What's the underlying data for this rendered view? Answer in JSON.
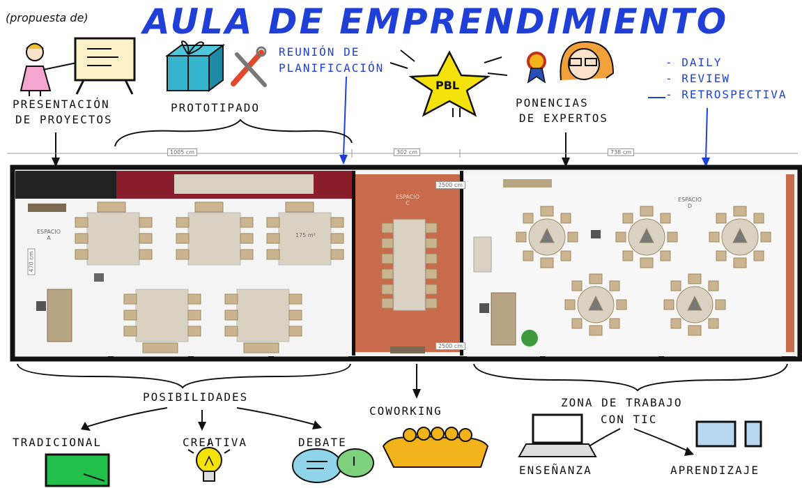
{
  "header": {
    "title": "AULA DE EMPRENDIMIENTO",
    "subtitle": "(propuesta de)"
  },
  "top_labels": {
    "presentacion": [
      "PRESENTACIÓN",
      "DE PROYECTOS"
    ],
    "prototipado": "PROTOTIPADO",
    "reunion": [
      "REUNIÓN DE",
      "PLANIFICACIÓN"
    ],
    "pbl": "PBL",
    "ponencias": [
      "PONENCIAS",
      "DE EXPERTOS"
    ],
    "scrum": [
      "- DAILY",
      "- REVIEW",
      "- RETROSPECTIVA"
    ]
  },
  "plan": {
    "dimensions": [
      "1005 cm",
      "302 cm",
      "738 cm",
      "2500 cm",
      "2500 cm",
      "470 cm"
    ],
    "spaces": [
      "ESPACIO A",
      "ESPACIO C",
      "ESPACIO D"
    ],
    "area": "175 m²"
  },
  "bottom_labels": {
    "posibilidades": "POSIBILIDADES",
    "tradicional": "TRADICIONAL",
    "creativa": "CREATIVA",
    "debate": "DEBATE",
    "coworking": "COWORKING",
    "zona": [
      "ZONA DE TRABAJO",
      "CON TIC"
    ],
    "ensenanza": "ENSEÑANZA",
    "aprendizaje": "APRENDIZAJE"
  },
  "colors": {
    "accent_blue": "#1f3fd6",
    "wall": "#111111",
    "maroon": "#8b1e2d",
    "coworking_floor": "#c86b4a",
    "floor_tile": "#f3f3f3",
    "table": "#d9d2c3",
    "chair": "#c9b48f",
    "star": "#f5e20a",
    "yellow_people": "#f2b21a"
  }
}
